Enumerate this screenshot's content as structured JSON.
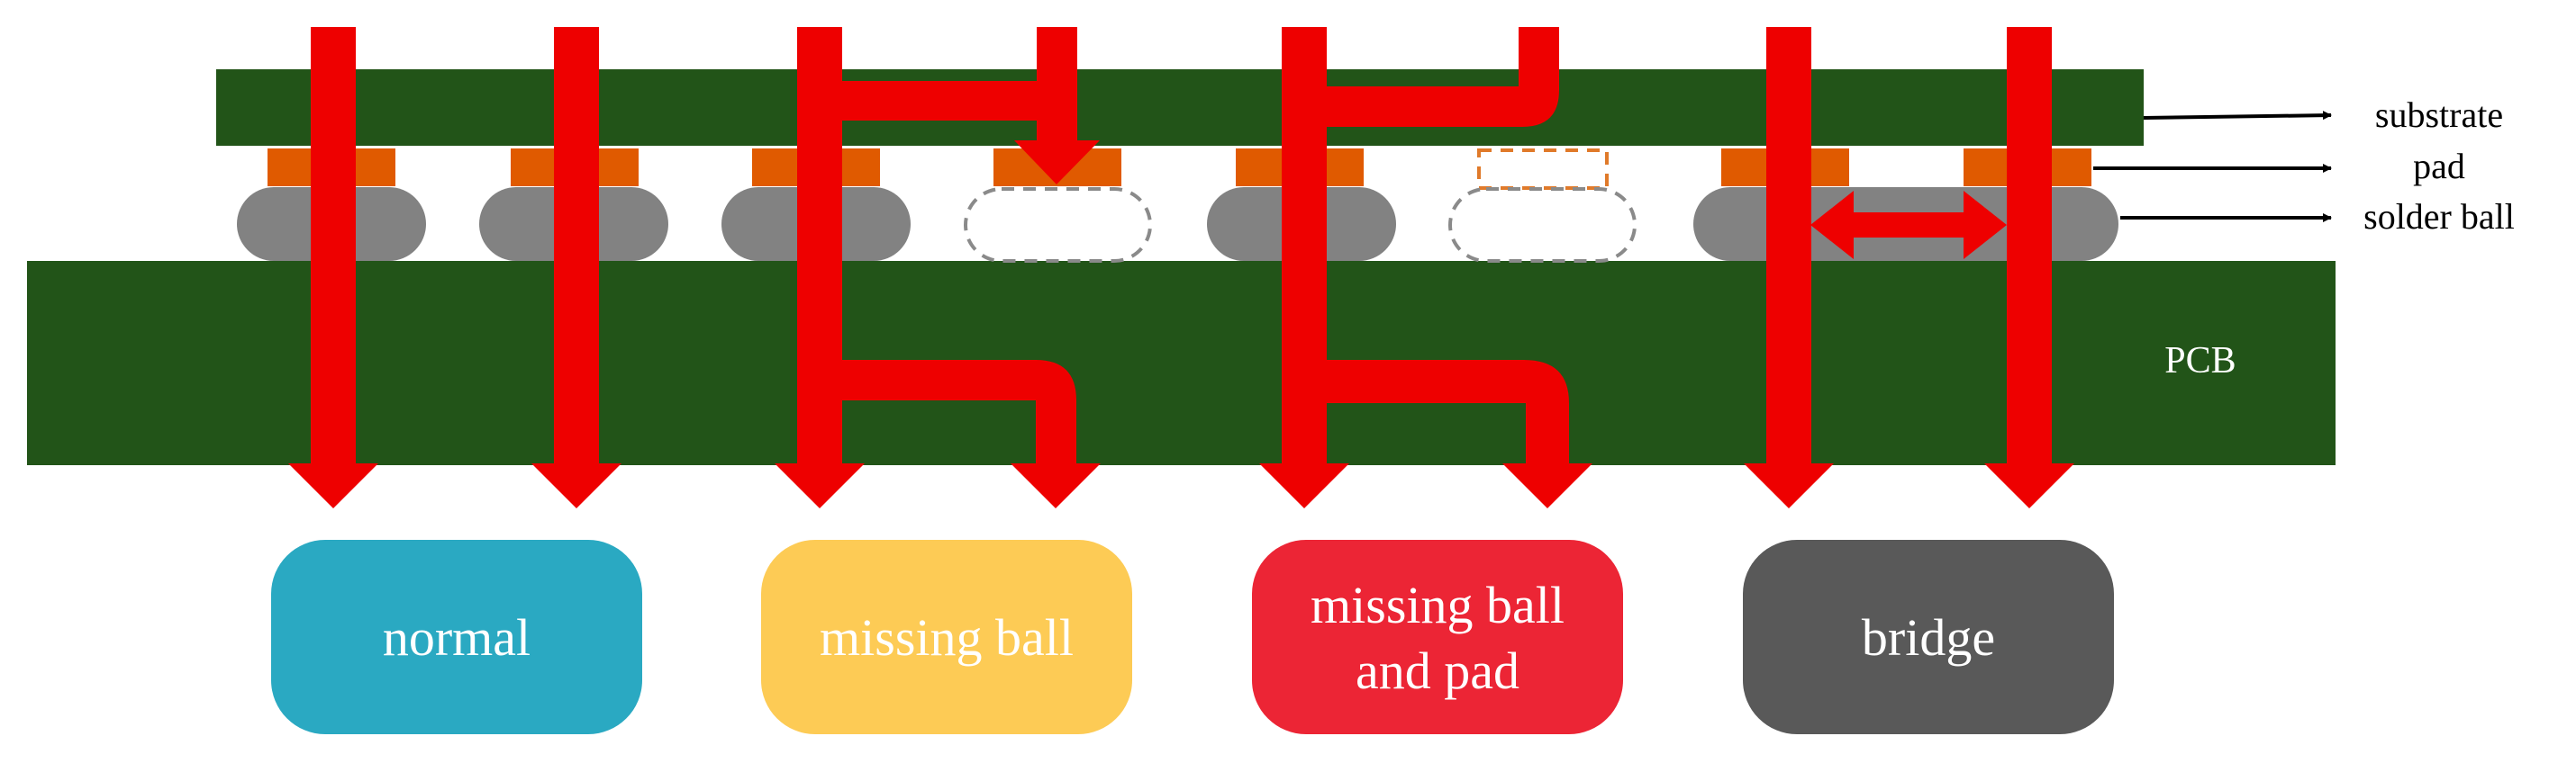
{
  "colors": {
    "green": "#225418",
    "pad": "#e05a00",
    "ball": "#828282",
    "arrow": "#ee0000",
    "missing_outline": "#8a8a8a",
    "missing_pad_outline": "#e07a2a"
  },
  "labels": {
    "substrate": "substrate",
    "pad": "pad",
    "solder_ball": "solder ball",
    "pcb": "PCB"
  },
  "cases": [
    {
      "label_lines": [
        "normal"
      ],
      "color": "#2aa9c2"
    },
    {
      "label_lines": [
        "missing ball"
      ],
      "color": "#fdcb55"
    },
    {
      "label_lines": [
        "missing ball",
        "and pad"
      ],
      "color": "#ec2535"
    },
    {
      "label_lines": [
        "bridge"
      ],
      "color": "#595959"
    }
  ]
}
